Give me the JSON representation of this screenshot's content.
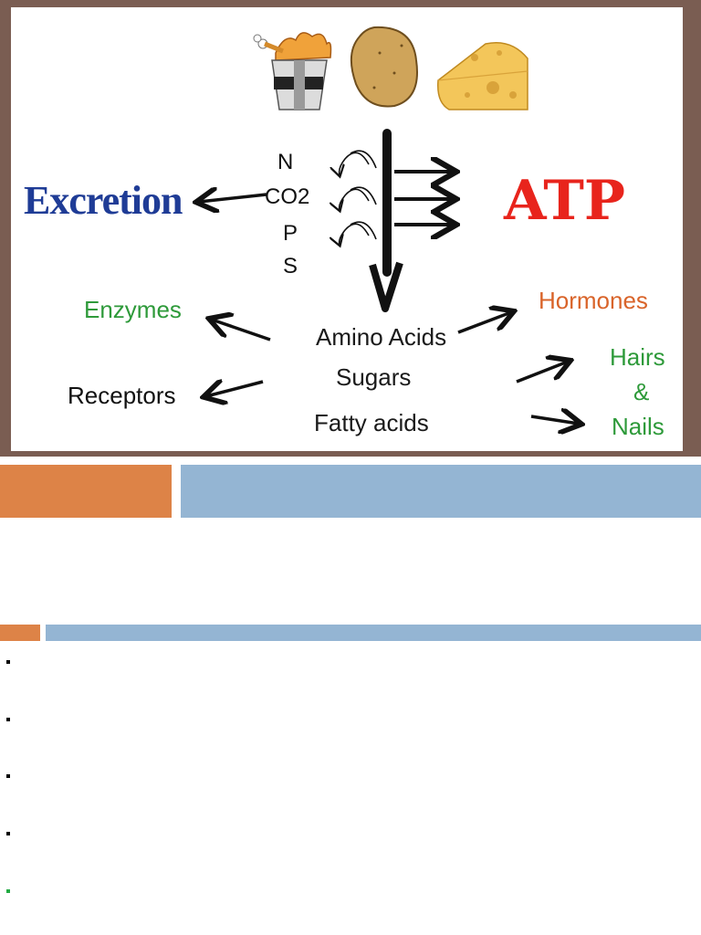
{
  "diagram": {
    "elements": [
      "N",
      "CO2",
      "P",
      "S"
    ],
    "excretion": "Excretion",
    "atp": "ATP",
    "products": [
      "Amino Acids",
      "Sugars",
      "Fatty acids"
    ],
    "left_outputs": [
      "Enzymes",
      "Receptors"
    ],
    "right_outputs": {
      "hormones": "Hormones",
      "hairs_nails": [
        "Hairs",
        "&",
        "Nails"
      ]
    },
    "food_icons": [
      "chicken-bucket-icon",
      "potato-icon",
      "cheese-icon"
    ]
  },
  "colors": {
    "frame": "#7a5d52",
    "excretion": "#1f3c96",
    "atp": "#e8241c",
    "enzymes": "#2e9a3a",
    "hormones": "#d9642a",
    "hairs_nails": "#2e9a3a",
    "orange_bar": "#dd8347",
    "blue_bar": "#94b5d3"
  },
  "bullets": [
    {
      "color": "#000000"
    },
    {
      "color": "#000000"
    },
    {
      "color": "#000000"
    },
    {
      "color": "#000000"
    },
    {
      "color": "#22aa44"
    }
  ]
}
